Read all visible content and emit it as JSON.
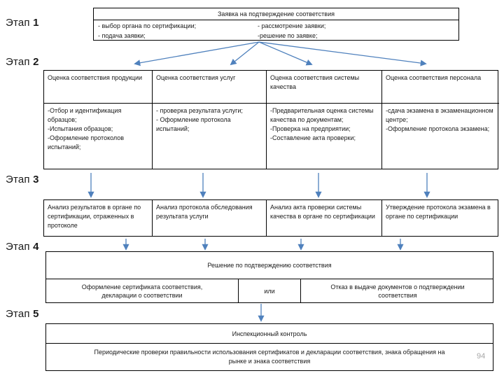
{
  "page": {
    "page_number": "94"
  },
  "colors": {
    "arrow": "#4f81bd"
  },
  "stage_labels": [
    {
      "word": "Этап",
      "num": "1"
    },
    {
      "word": "Этап",
      "num": "2"
    },
    {
      "word": "Этап",
      "num": "3"
    },
    {
      "word": "Этап",
      "num": "4"
    },
    {
      "word": "Этап",
      "num": "5"
    }
  ],
  "stage1": {
    "title": "Заявка на подтверждение соответствия",
    "left_items": "- выбор органа по сертификации;\n- подача заявки;",
    "right_items": "- рассмотрение заявки;\n-решение по заявке;"
  },
  "stage2": {
    "columns": [
      {
        "header": "Оценка соответствия продукции",
        "items": "-Отбор и идентификация образцов;\n-Испытания образцов;\n-Оформление протоколов испытаний;"
      },
      {
        "header": "Оценка соответствия услуг",
        "items": "- проверка результата услуги;\n- Оформление протокола испытаний;"
      },
      {
        "header": "Оценка соответствия системы качества",
        "items": "-Предварительная оценка системы качества по документам;\n-Проверка на предприятии;\n-Составление акта проверки;"
      },
      {
        "header": "Оценка соответствия персонала",
        "items": "-сдача экзамена в экзаменационном центре;\n-Оформление протокола экзамена;"
      }
    ]
  },
  "stage3": {
    "cells": [
      "Анализ результатов в органе по сертификации, отраженных в протоколе",
      "Анализ протокола обследования результата услуги",
      "Анализ акта проверки системы качества в органе по сертификации",
      "Утверждение протокола экзамена в органе по сертификации"
    ]
  },
  "stage4": {
    "title": "Решение по подтверждению соответствия",
    "left": "Оформление сертификата соответствия,\nдекларации о соответствии",
    "middle": "или",
    "right": "Отказ в выдаче документов о подтверждении\nсоответствия"
  },
  "stage5": {
    "title": "Инспекционный контроль",
    "body": "Периодические проверки правильности использования сертификатов и декларации соответствия, знака обращения на\nрынке и знака соответствия"
  }
}
